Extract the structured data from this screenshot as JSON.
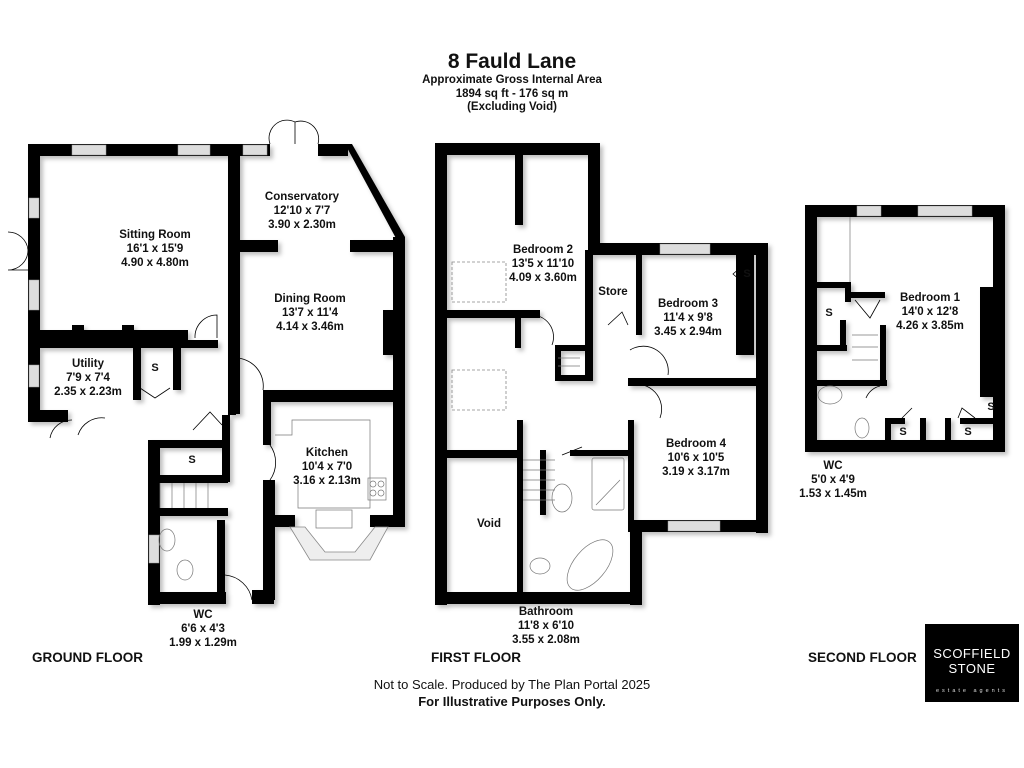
{
  "header": {
    "title": "8 Fauld Lane",
    "subtitle_line1": "Approximate Gross Internal Area",
    "subtitle_line2": "1894 sq ft - 176 sq m",
    "subtitle_line3": "(Excluding Void)"
  },
  "floors": {
    "ground": {
      "label": "GROUND FLOOR",
      "rooms": [
        {
          "name": "Sitting Room",
          "imperial": "16'1 x 15'9",
          "metric": "4.90 x 4.80m"
        },
        {
          "name": "Conservatory",
          "imperial": "12'10 x 7'7",
          "metric": "3.90 x 2.30m"
        },
        {
          "name": "Dining Room",
          "imperial": "13'7 x 11'4",
          "metric": "4.14 x 3.46m"
        },
        {
          "name": "Utility",
          "imperial": "7'9 x 7'4",
          "metric": "2.35 x 2.23m"
        },
        {
          "name": "Kitchen",
          "imperial": "10'4 x 7'0",
          "metric": "3.16 x 2.13m"
        },
        {
          "name": "WC",
          "imperial": "6'6 x 4'3",
          "metric": "1.99 x 1.29m"
        }
      ],
      "storage": [
        "S",
        "S"
      ]
    },
    "first": {
      "label": "FIRST FLOOR",
      "rooms": [
        {
          "name": "Bedroom 2",
          "imperial": "13'5 x 11'10",
          "metric": "4.09 x 3.60m"
        },
        {
          "name": "Store"
        },
        {
          "name": "Bedroom 3",
          "imperial": "11'4 x 9'8",
          "metric": "3.45 x 2.94m"
        },
        {
          "name": "Bedroom 4",
          "imperial": "10'6 x 10'5",
          "metric": "3.19 x 3.17m"
        },
        {
          "name": "Void"
        },
        {
          "name": "Bathroom",
          "imperial": "11'8 x 6'10",
          "metric": "3.55 x 2.08m"
        }
      ],
      "storage": [
        "S"
      ]
    },
    "second": {
      "label": "SECOND FLOOR",
      "rooms": [
        {
          "name": "Bedroom 1",
          "imperial": "14'0 x 12'8",
          "metric": "4.26 x 3.85m"
        },
        {
          "name": "WC",
          "imperial": "5'0 x 4'9",
          "metric": "1.53 x 1.45m"
        }
      ],
      "storage": [
        "S",
        "S",
        "S",
        "S"
      ]
    }
  },
  "footer": {
    "line1": "Not to Scale. Produced by The Plan Portal 2025",
    "line2": "For Illustrative Purposes Only."
  },
  "logo": {
    "line1": "SCOFFIELD",
    "line2": "STONE",
    "tagline": "estate agents",
    "background": "#000000",
    "text_color": "#ffffff"
  },
  "colors": {
    "wall": "#000000",
    "window": "#dddddd",
    "background": "#ffffff"
  }
}
